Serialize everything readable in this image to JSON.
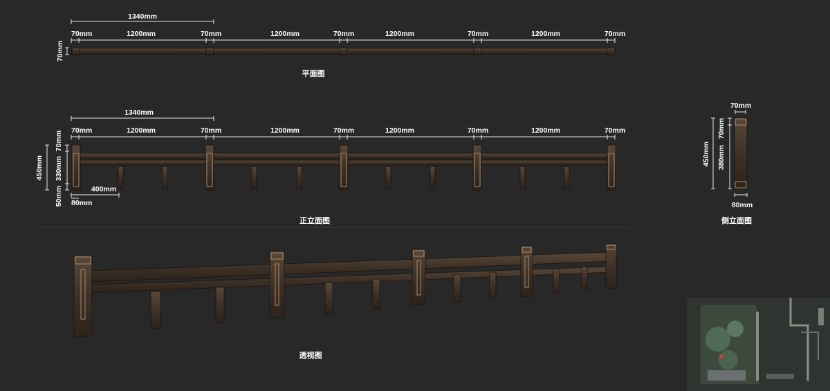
{
  "plan": {
    "caption": "平面图",
    "overall": "1340mm",
    "segments": [
      "70mm",
      "1200mm",
      "70mm",
      "1200mm",
      "70mm",
      "1200mm",
      "70mm",
      "1200mm",
      "70mm"
    ],
    "height": "70mm"
  },
  "front": {
    "caption": "正立面图",
    "overall": "1340mm",
    "segments": [
      "70mm",
      "1200mm",
      "70mm",
      "1200mm",
      "70mm",
      "1200mm",
      "70mm",
      "1200mm",
      "70mm"
    ],
    "left_dims": [
      "70mm",
      "330mm",
      "50mm",
      "450mm"
    ],
    "baluster_spacing": "400mm",
    "post_width": "80mm"
  },
  "side": {
    "caption": "侧立面图",
    "top_width": "70mm",
    "top_cap": "70mm",
    "shaft": "380mm",
    "total": "450mm",
    "bottom_width": "80mm"
  },
  "perspective": {
    "caption": "透视图"
  },
  "colors": {
    "background": "#282828",
    "stone_dark": "#3a2e24",
    "stone_light": "#5a4838",
    "highlight": "#a98a66"
  }
}
